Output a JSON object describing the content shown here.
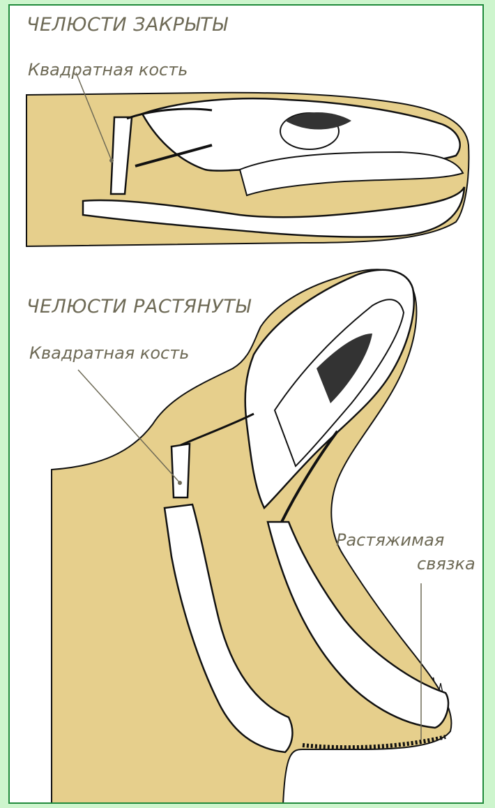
{
  "colors": {
    "background": "#cdf5cd",
    "border": "#1e8a3a",
    "panel": "#ffffff",
    "skin": "#e6cf8c",
    "bone": "#ffffff",
    "ink": "#111111",
    "label": "#6e6a56"
  },
  "top": {
    "heading": "ЧЕЛЮСТИ ЗАКРЫТЫ",
    "quadrate_label": "Квадратная кость"
  },
  "bottom": {
    "heading": "ЧЕЛЮСТИ РАСТЯНУТЫ",
    "quadrate_label": "Квадратная кость",
    "ligament_label_line1": "Растяжимая",
    "ligament_label_line2": "связка"
  }
}
